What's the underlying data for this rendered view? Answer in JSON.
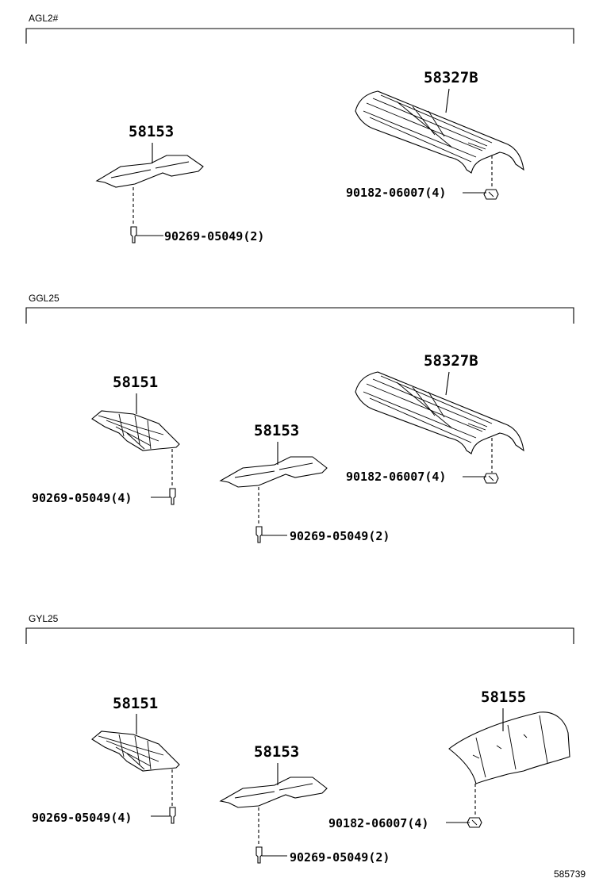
{
  "sections": [
    {
      "title": "AGL2#",
      "labels": {
        "heat_insulator_rear": "58327B",
        "heat_insulator_front": "58153",
        "nut": "90182-06007(4)",
        "clip": "90269-05049(2)"
      }
    },
    {
      "title": "GGL25",
      "labels": {
        "heat_insulator_rear": "58327B",
        "heat_insulator_center": "58151",
        "heat_insulator_front": "58153",
        "nut": "90182-06007(4)",
        "clip_a": "90269-05049(4)",
        "clip_b": "90269-05049(2)"
      }
    },
    {
      "title": "GYL25",
      "labels": {
        "heat_insulator_center": "58151",
        "heat_insulator_front": "58153",
        "heat_insulator_rear": "58155",
        "nut": "90182-06007(4)",
        "clip_a": "90269-05049(4)",
        "clip_b": "90269-05049(2)"
      }
    }
  ],
  "figure_id": "585739"
}
